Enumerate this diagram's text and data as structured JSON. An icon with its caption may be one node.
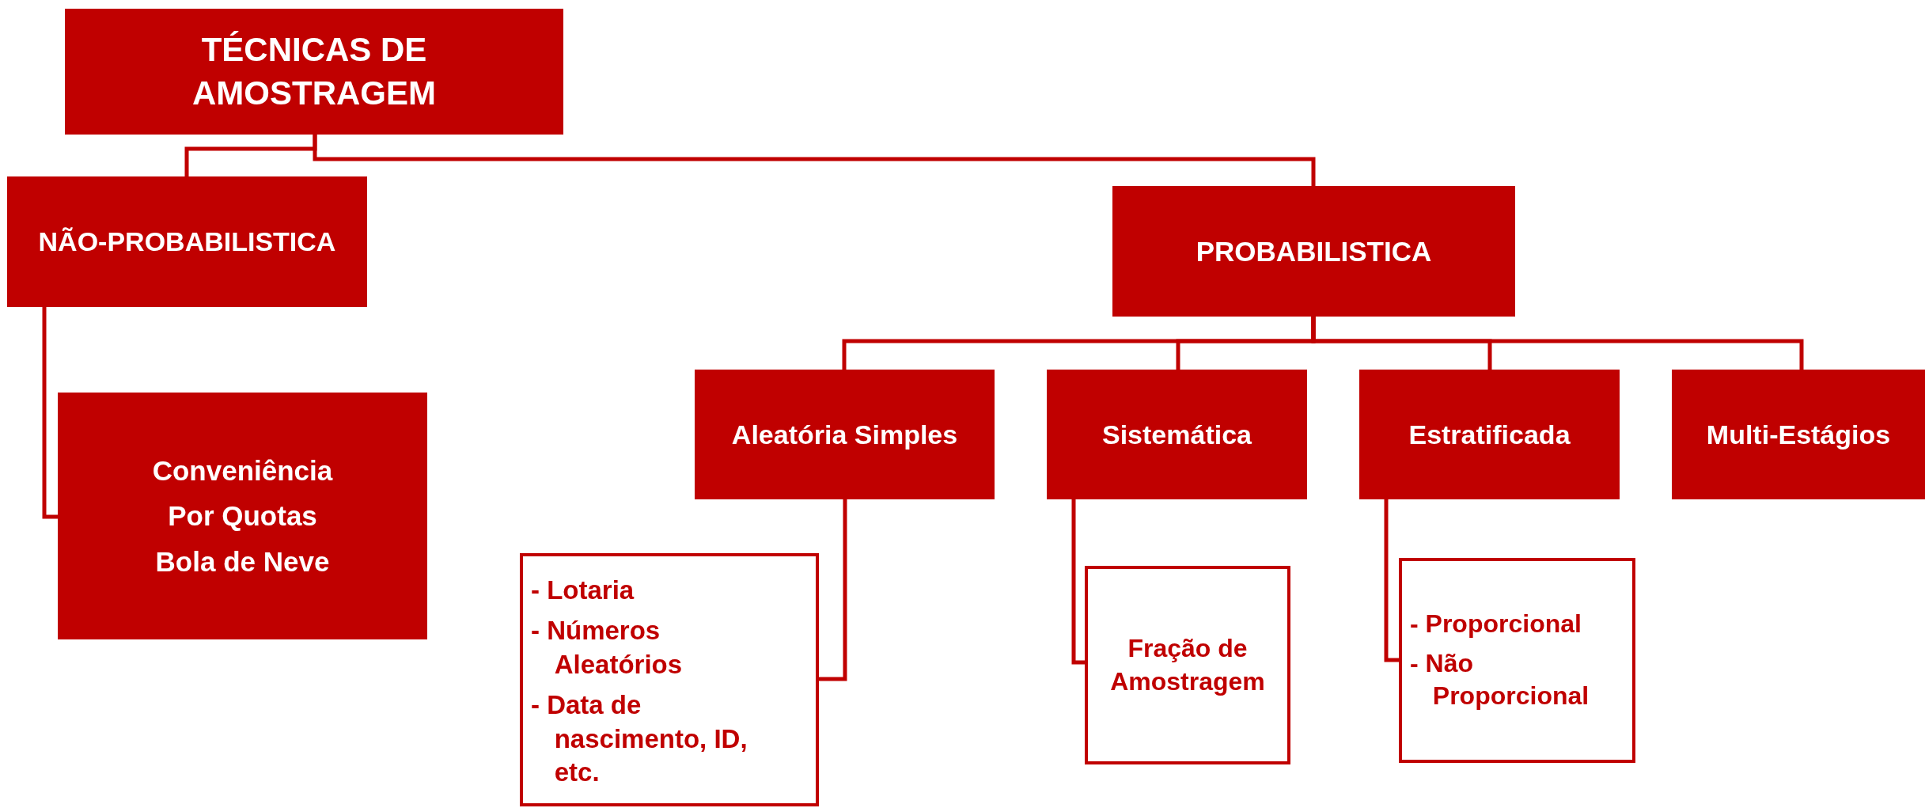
{
  "diagram": {
    "nodes": [
      {
        "text": [
          "TÉCNICAS DE AMOSTRAGEM"
        ]
      },
      {
        "text": [
          "NÃO-PROBABILISTICA"
        ]
      },
      {
        "text": [
          "PROBABILISTICA"
        ]
      },
      {
        "text": [
          "Conveniência",
          "Por Quotas",
          "Bola de Neve"
        ]
      },
      {
        "text": [
          "Aleatória Simples"
        ]
      },
      {
        "text": [
          "Sistemática"
        ]
      },
      {
        "text": [
          "Estratificada"
        ]
      },
      {
        "text": [
          "Multi-Estágios"
        ]
      },
      {
        "text": [
          "- Lotaria",
          "- Números Aleatórios",
          "- Data de nascimento, ID, etc."
        ]
      },
      {
        "text": [
          "Fração de Amostragem"
        ]
      },
      {
        "text": [
          "- Proporcional",
          "- Não Proporcional"
        ]
      }
    ],
    "edges": [
      {
        "from": 0,
        "to": 1,
        "arrow": "none"
      },
      {
        "from": 0,
        "to": 2,
        "arrow": "none"
      },
      {
        "from": 1,
        "to": 3,
        "arrow": "none"
      },
      {
        "from": 2,
        "to": 4,
        "arrow": "none"
      },
      {
        "from": 2,
        "to": 5,
        "arrow": "none"
      },
      {
        "from": 2,
        "to": 6,
        "arrow": "none"
      },
      {
        "from": 2,
        "to": 7,
        "arrow": "none"
      },
      {
        "from": 4,
        "to": 8,
        "arrow": "none"
      },
      {
        "from": 5,
        "to": 9,
        "arrow": "none"
      },
      {
        "from": 6,
        "to": 10,
        "arrow": "none"
      }
    ]
  }
}
